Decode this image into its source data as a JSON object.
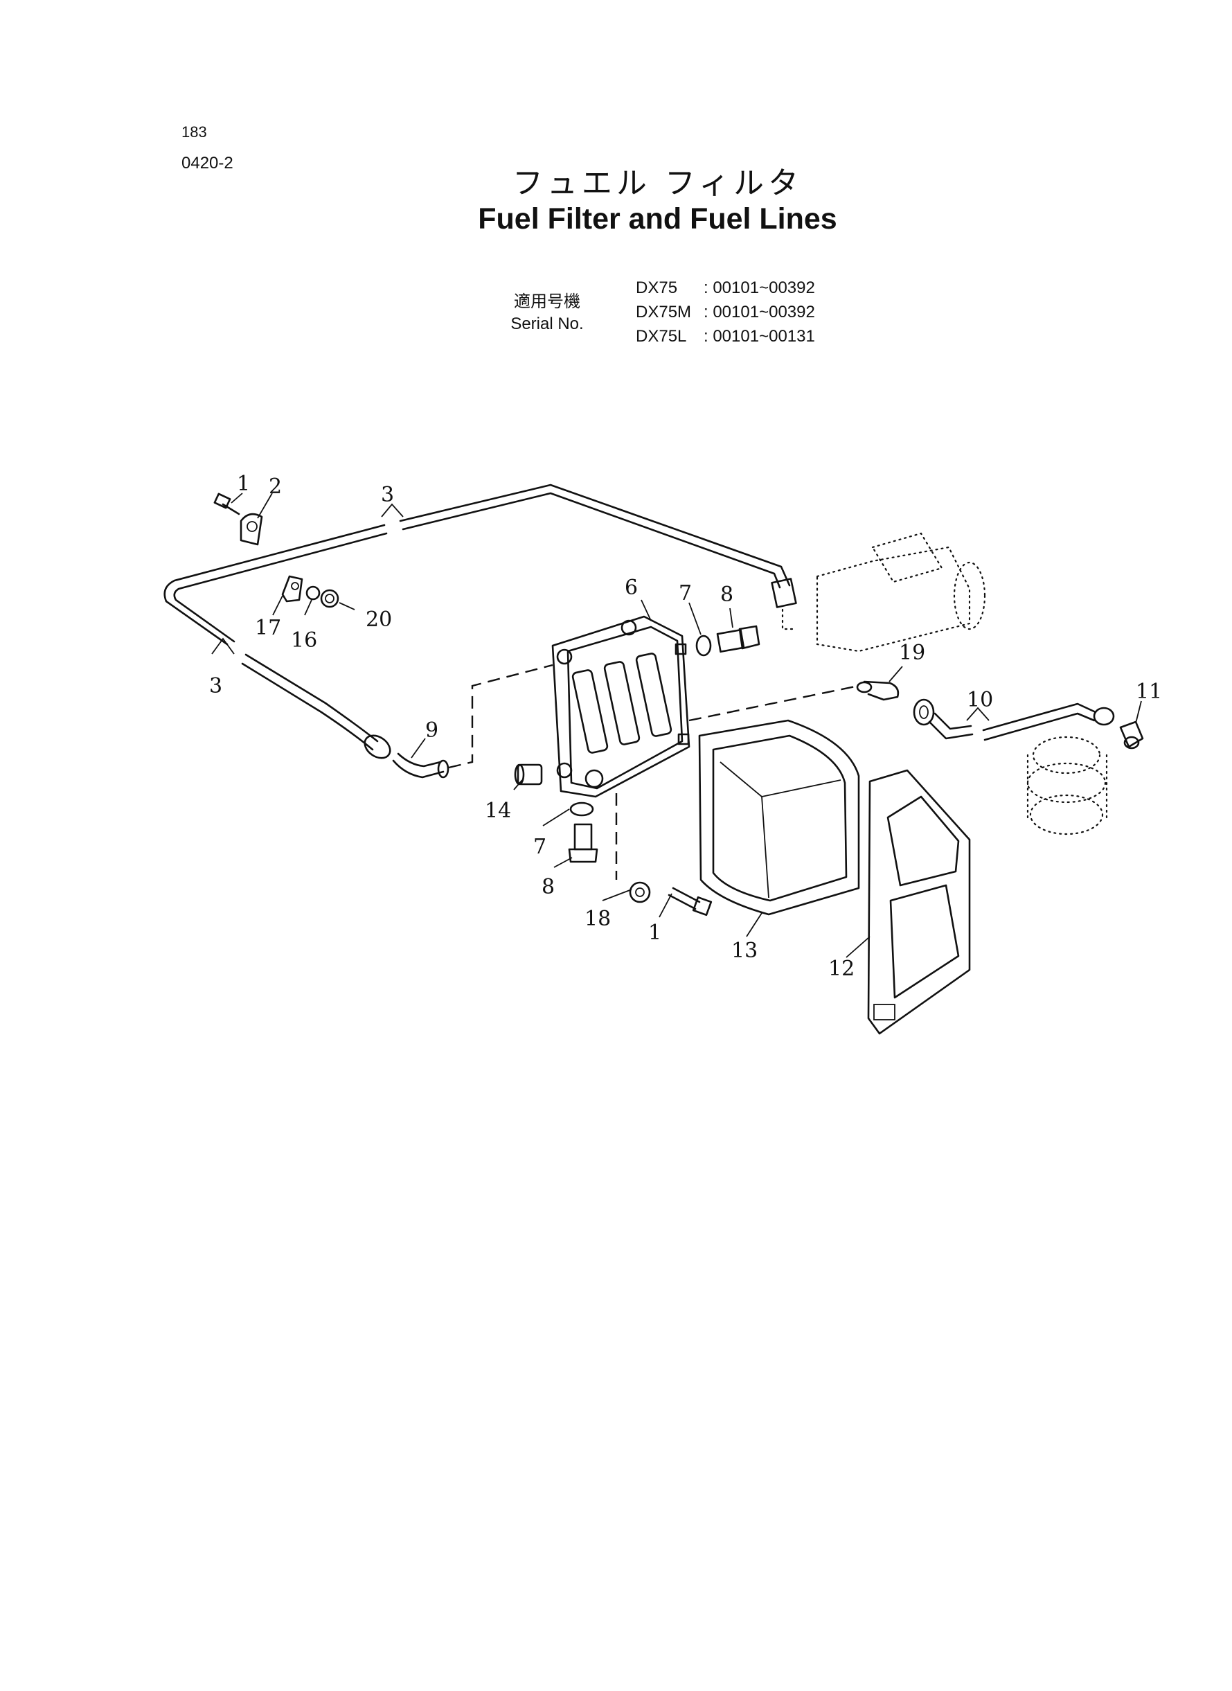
{
  "header": {
    "page_number": "183",
    "section_code": "0420-2",
    "title_ja": "フュエル フィルタ",
    "title_en": "Fuel Filter and Fuel Lines"
  },
  "serial": {
    "label_ja": "適用号機",
    "label_en": "Serial No.",
    "rows": [
      {
        "model": "DX75",
        "range": ": 00101~00392"
      },
      {
        "model": "DX75M",
        "range": ": 00101~00392"
      },
      {
        "model": "DX75L",
        "range": ": 00101~00131"
      }
    ]
  },
  "callouts": [
    "1",
    "2",
    "3",
    "6",
    "7",
    "8",
    "17",
    "16",
    "20",
    "3",
    "9",
    "19",
    "10",
    "11",
    "14",
    "7",
    "8",
    "18",
    "1",
    "13",
    "12"
  ]
}
